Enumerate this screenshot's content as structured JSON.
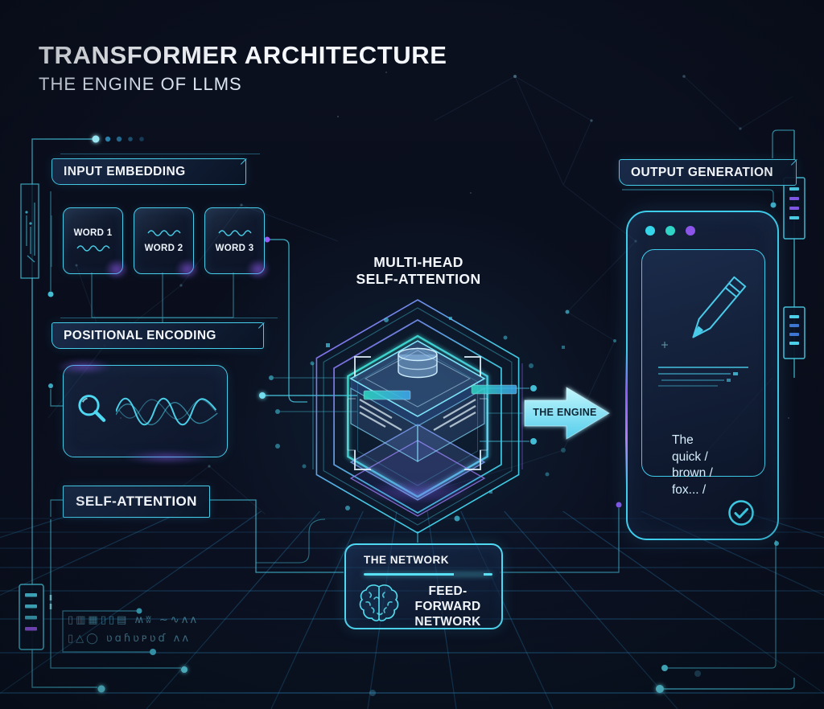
{
  "title": {
    "main": "TRANSFORMER ARCHITECTURE",
    "subtitle": "THE ENGINE OF LLMS"
  },
  "labels": {
    "input_embedding": "INPUT EMBEDDING",
    "positional_encoding": "POSITIONAL ENCODING",
    "self_attention": "SELF-ATTENTION",
    "multi_head_line1": "MULTI-HEAD",
    "multi_head_line2": "SELF-ATTENTION",
    "engine_arrow": "THE ENGINE",
    "output_generation": "OUTPUT GENERATION",
    "network_header": "THE NETWORK",
    "ffn_line1": "FEED-FORWARD",
    "ffn_line2": "NETWORK"
  },
  "words": [
    {
      "label": "WORD 1"
    },
    {
      "label": "WORD 2"
    },
    {
      "label": "WORD 3"
    }
  ],
  "phone": {
    "lines": [
      "The",
      "quick /",
      "brown /",
      "fox... /"
    ]
  },
  "icons": {
    "magnifier": "magnifier-icon",
    "pencil": "pencil-icon",
    "brain": "brain-icon",
    "check": "check-circle-icon",
    "database": "database-cylinder-icon",
    "waves": "sine-waves-icon"
  },
  "colors": {
    "background": "#0a0e1c",
    "cyan": "#49cfe9",
    "cyan_bright": "#9feefb",
    "purple": "#8b5cf6",
    "grid": "#2e8ec8",
    "text": "#f2f6fb",
    "arrow_fill": "#8ae8f6",
    "arrow_text": "#0d2433"
  },
  "decor": {
    "glyph_row_1": "▯▥▦▯▯▤ ʍʬ ~∿ʌᴧ",
    "glyph_row_2": "▯△◯ ʋɑɦʋᴘʋɗ ʌᴧ"
  }
}
